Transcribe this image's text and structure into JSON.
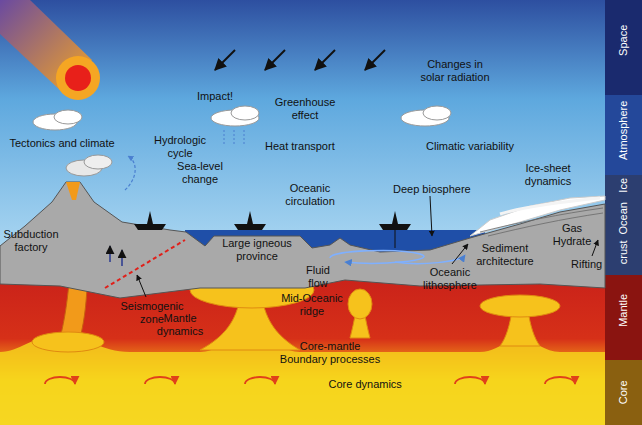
{
  "diagram": {
    "labels": [
      "Space",
      "Impact!",
      "Changes in solar radiation",
      "Atmosphere",
      "Greenhouse effect",
      "Heat transport",
      "Tectonics and climate",
      "Hydrologic cycle",
      "Climatic variability",
      "Ice",
      "Sea-level change",
      "Deep biosphere",
      "Ice-sheet dynamics",
      "Ocean",
      "Oceanic circulation",
      "crust",
      "Subduction factory",
      "Large igneous province",
      "Gas Hydrate",
      "Oceanic lithosphere",
      "Sediment architecture",
      "Rifting",
      "Seismogenic zone",
      "Fluid flow",
      "Mid-Oceanic ridge",
      "Mantle dynamics",
      "Mantle",
      "Core-mantle Boundary processes",
      "Core dynamics",
      "Core"
    ]
  }
}
